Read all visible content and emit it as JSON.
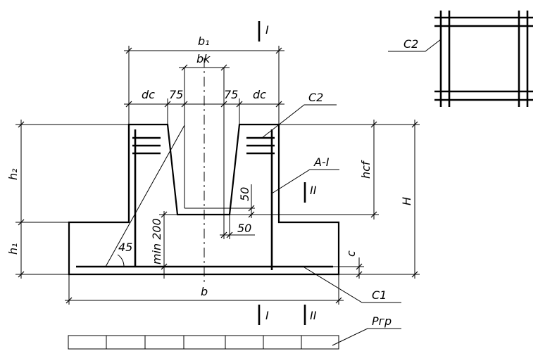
{
  "labels": {
    "b1": "b₁",
    "bk": "bk",
    "dc_left": "dc",
    "dc_right": "dc",
    "gap_left": "75",
    "gap_right": "75",
    "c2_main": "C2",
    "c2_detail": "C2",
    "a1": "A-I",
    "hcf": "hcf",
    "h2": "h₂",
    "h1": "h₁",
    "H": "H",
    "b": "b",
    "c1": "C1",
    "pgr": "Pгр",
    "dim50_v": "50",
    "dim50_h": "50",
    "min200": "min 200",
    "angle45": "45",
    "c": "c",
    "sect_I_top": "I",
    "sect_I_bottom": "I",
    "sect_II_right": "II",
    "sect_II_bottom": "II"
  }
}
